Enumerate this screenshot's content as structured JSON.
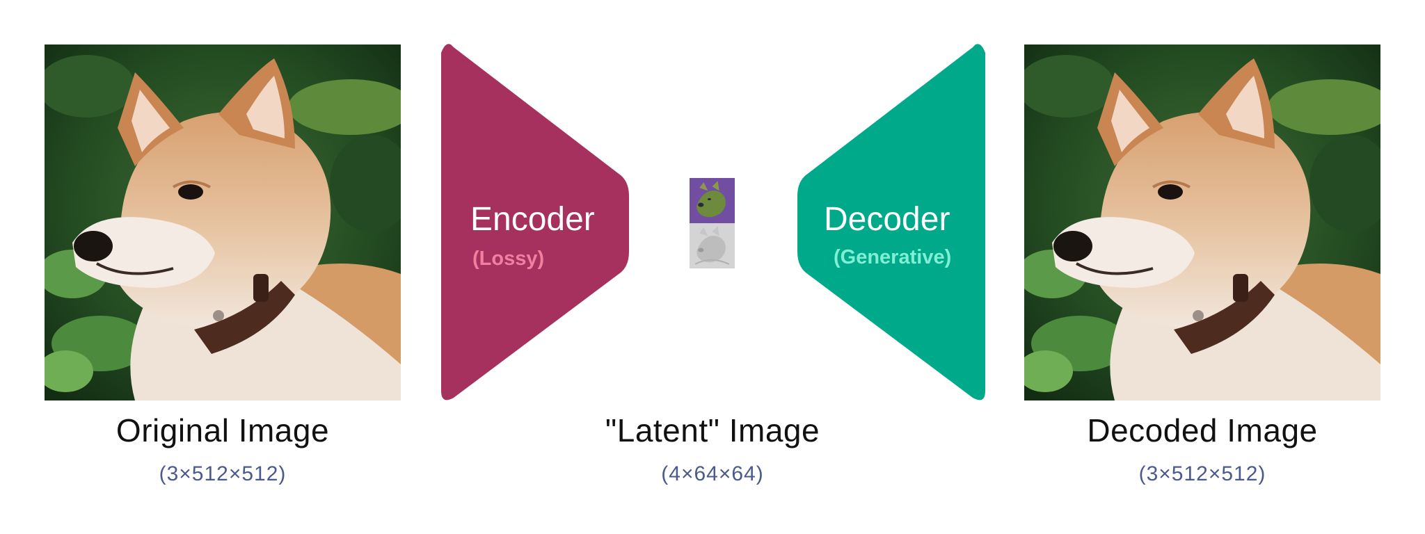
{
  "left": {
    "caption": "Original Image",
    "dims": "(3×512×512)"
  },
  "encoder": {
    "title": "Encoder",
    "subtitle": "(Lossy)",
    "color": "#a6315f",
    "subtitle_color": "#f07fa0"
  },
  "latent": {
    "caption": "\"Latent\" Image",
    "dims": "(4×64×64)"
  },
  "decoder": {
    "title": "Decoder",
    "subtitle": "(Generative)",
    "color": "#00a98a",
    "subtitle_color": "#7ff0d6"
  },
  "right": {
    "caption": "Decoded Image",
    "dims": "(3×512×512)"
  },
  "colors": {
    "caption": "#111111",
    "dims": "#4a5a8c"
  },
  "icons": {
    "original": "shiba-dog-photo",
    "latent_top": "latent-purple-thumbnail",
    "latent_bottom": "latent-gray-thumbnail",
    "decoded": "shiba-dog-photo"
  }
}
